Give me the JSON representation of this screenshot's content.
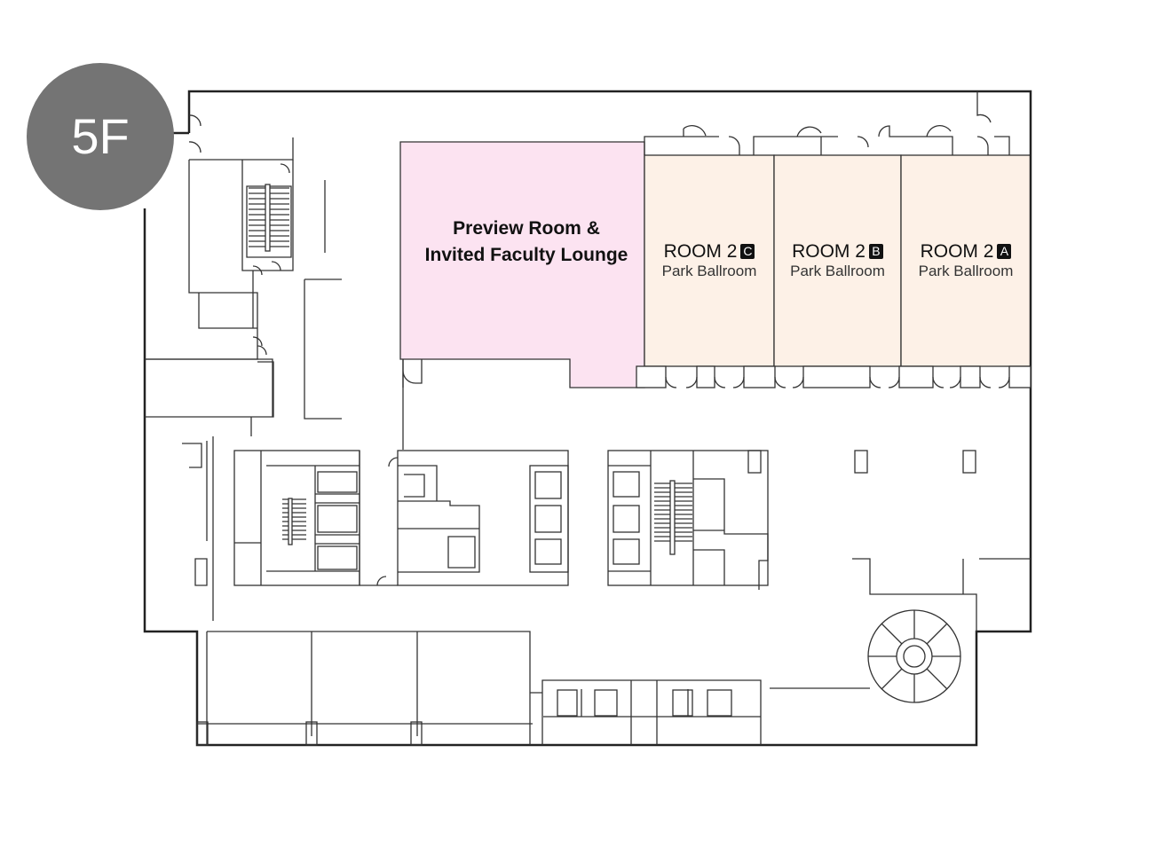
{
  "floor": {
    "label": "5F"
  },
  "rooms": [
    {
      "id": "preview",
      "title_line1": "Preview Room &",
      "title_line2": "Invited Faculty Lounge",
      "color": "#fce3f1"
    },
    {
      "id": "2c",
      "name": "ROOM 2",
      "letter": "C",
      "venue": "Park Ballroom",
      "color": "#fdf1e7"
    },
    {
      "id": "2b",
      "name": "ROOM 2",
      "letter": "B",
      "venue": "Park Ballroom",
      "color": "#fdf1e7"
    },
    {
      "id": "2a",
      "name": "ROOM 2",
      "letter": "A",
      "venue": "Park Ballroom",
      "color": "#fdf1e7"
    }
  ]
}
